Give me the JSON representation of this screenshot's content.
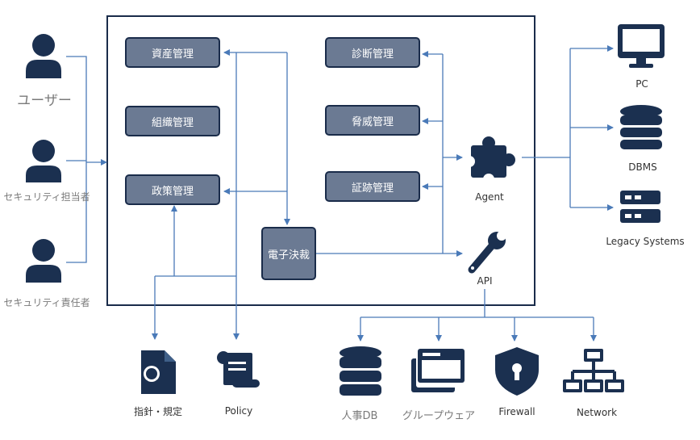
{
  "users": [
    {
      "label": "ユーザー"
    },
    {
      "label": "セキュリティ担当者"
    },
    {
      "label": "セキュリティ責任者"
    }
  ],
  "modules": {
    "asset": "資産管理",
    "org": "組織管理",
    "policy": "政策管理",
    "diagnosis": "診断管理",
    "threat": "脅威管理",
    "evidence": "証跡管理",
    "approval": "電子決裁"
  },
  "agent": {
    "label": "Agent"
  },
  "api": {
    "label": "API"
  },
  "targets": [
    {
      "label": "PC"
    },
    {
      "label": "DBMS"
    },
    {
      "label": "Legacy Systems"
    }
  ],
  "outputs": [
    {
      "label": "指針・規定"
    },
    {
      "label": "Policy"
    }
  ],
  "integrations": [
    {
      "label": "人事DB"
    },
    {
      "label": "グループウェア"
    },
    {
      "label": "Firewall"
    },
    {
      "label": "Network"
    }
  ],
  "colors": {
    "icon": "#1b3050",
    "module_fill": "#6b7a93",
    "module_border": "#1a2c4a",
    "connector": "#4a7ab8"
  }
}
